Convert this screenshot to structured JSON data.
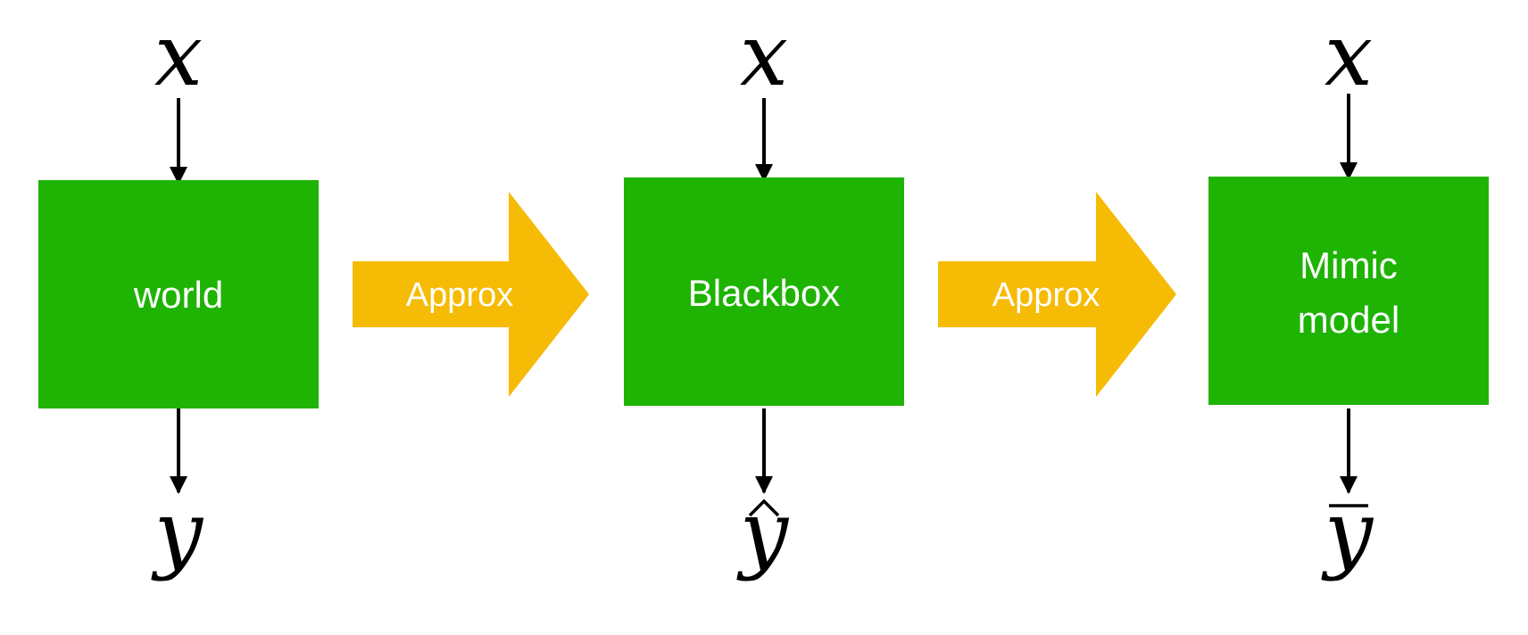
{
  "colors": {
    "box": "#1fb304",
    "approx_arrow": "#f6bb05",
    "line": "#000000",
    "label_text": "#ffffff"
  },
  "stages": [
    {
      "input": "x",
      "label_lines": [
        "world"
      ],
      "output": "y",
      "output_accent": "none"
    },
    {
      "input": "x",
      "label_lines": [
        "Blackbox"
      ],
      "output": "y",
      "output_accent": "hat"
    },
    {
      "input": "x",
      "label_lines": [
        "Mimic",
        "model"
      ],
      "output": "y",
      "output_accent": "bar"
    }
  ],
  "transitions": [
    {
      "label": "Approx"
    },
    {
      "label": "Approx"
    }
  ]
}
